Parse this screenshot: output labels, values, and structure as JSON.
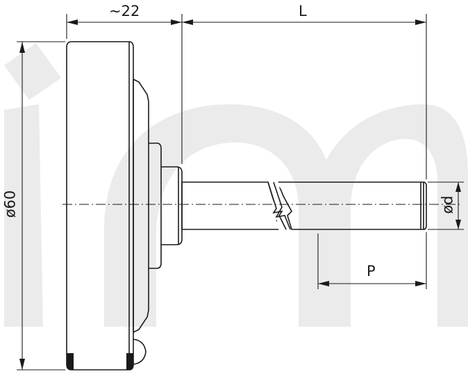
{
  "dimensions": {
    "width_label": "~22",
    "length_label": "L",
    "diameter_label": "ø60",
    "stem_diameter_label": "ød",
    "probe_label": "P"
  },
  "colors": {
    "line": "#1a1a1a",
    "watermark": "#ebebeb",
    "background": "#ffffff"
  }
}
